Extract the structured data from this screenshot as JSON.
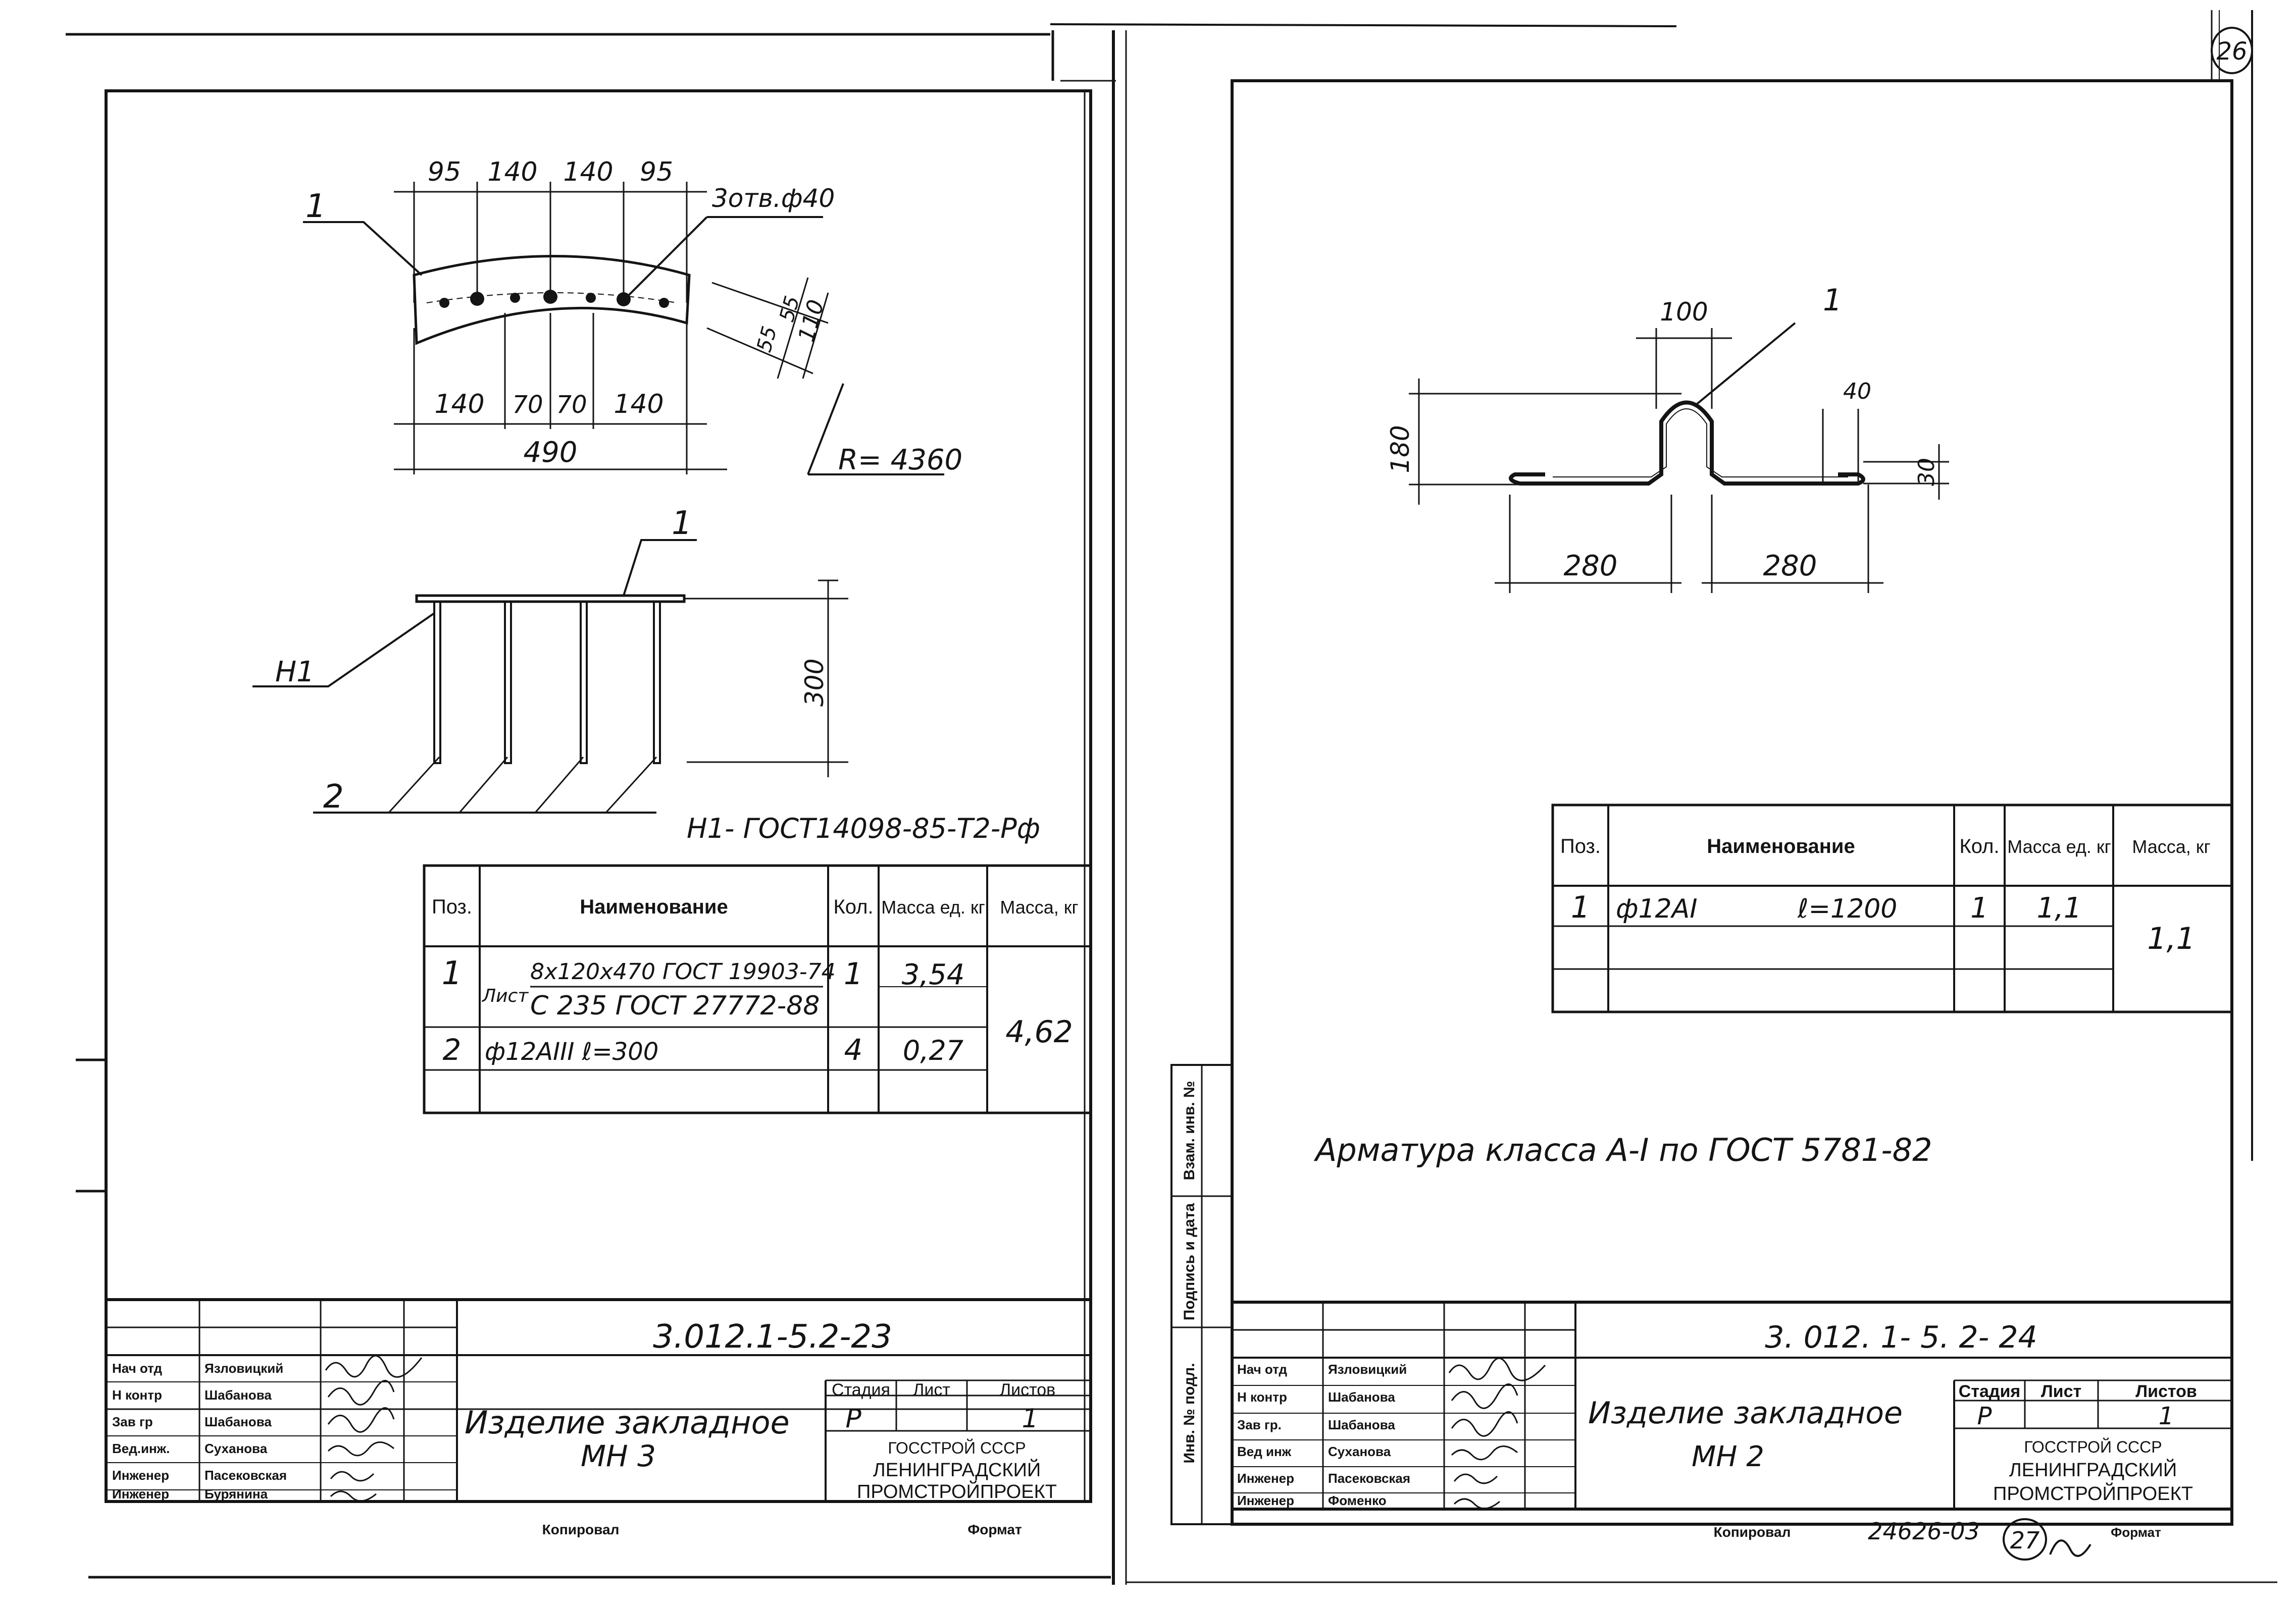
{
  "page_number": "26",
  "left_sheet": {
    "plan_dims_top": [
      "95",
      "140",
      "140",
      "95"
    ],
    "plan_dims_bottom": [
      "140",
      "70",
      "70",
      "140"
    ],
    "overall_length": "490",
    "holes_note": "3отв.ф40",
    "radius": "R= 4360",
    "side_dims": [
      "55",
      "55",
      "110"
    ],
    "pos_1": "1",
    "pos_2": "2",
    "weld_mark": "Н1",
    "height_dim": "300",
    "weld_note": "Н1- ГОСТ14098-85-Т2-Рф",
    "spec_headers": [
      "Поз.",
      "Наименование",
      "Кол.",
      "Масса ед. кг",
      "Масса, кг"
    ],
    "spec_rows": [
      {
        "pos": "1",
        "name_prefix": "Лист",
        "name_top": "8x120x470 ГОСТ 19903-74",
        "name_bottom": "С 235 ГОСТ 27772-88",
        "qty": "1",
        "unit_mass": "3,54"
      },
      {
        "pos": "2",
        "name": "ф12АIII   ℓ=300",
        "qty": "4",
        "unit_mass": "0,27"
      }
    ],
    "total_mass": "4,62",
    "doc_number": "3.012.1-5.2-23",
    "title": "Изделие закладное",
    "mark": "МН 3",
    "roles": [
      "Нач отд",
      "Н контр",
      "Зав гр",
      "Вед.инж.",
      "Инженер",
      "Инженер"
    ],
    "names": [
      "Язловицкий",
      "Шабанова",
      "Шабанова",
      "Суханова",
      "Пасековская",
      "Бурянина"
    ],
    "stage_headers": [
      "Стадия",
      "Лист",
      "Листов"
    ],
    "stage": "Р",
    "sheets": "1",
    "org_line1": "ГОССТРОЙ СССР",
    "org_line2": "ЛЕНИНГРАДСКИЙ",
    "org_line3": "ПРОМСТРОЙПРОЕКТ",
    "copied": "Копировал",
    "format": "Формат"
  },
  "right_sheet": {
    "dims": [
      "100",
      "180",
      "40",
      "30",
      "280",
      "280"
    ],
    "pos_1": "1",
    "spec_headers": [
      "Поз.",
      "Наименование",
      "Кол.",
      "Масса ед. кг",
      "Масса, кг"
    ],
    "spec_row": {
      "pos": "1",
      "name": "ф12АI",
      "length": "ℓ=1200",
      "qty": "1",
      "unit_mass": "1,1"
    },
    "total_mass": "1,1",
    "note": "Арматура класса А-I по ГОСТ 5781-82",
    "side_stamp": [
      "Инв. № подл.",
      "Подпись и дата",
      "Взам. инв. №"
    ],
    "doc_number": "3. 012. 1- 5. 2- 24",
    "title": "Изделие закладное",
    "mark": "МН 2",
    "roles": [
      "Нач отд",
      "Н контр",
      "Зав гр.",
      "Вед инж",
      "Инженер",
      "Инженер"
    ],
    "names": [
      "Язловицкий",
      "Шабанова",
      "Шабанова",
      "Суханова",
      "Пасековская",
      "Фоменко"
    ],
    "stage_headers": [
      "Стадия",
      "Лист",
      "Листов"
    ],
    "stage": "Р",
    "sheets": "1",
    "org_line1": "ГОССТРОЙ СССР",
    "org_line2": "ЛЕНИНГРАДСКИЙ",
    "org_line3": "ПРОМСТРОЙПРОЕКТ",
    "copied": "Копировал",
    "inventory": "24626-03",
    "sheet_circle": "27",
    "format": "Формат"
  }
}
